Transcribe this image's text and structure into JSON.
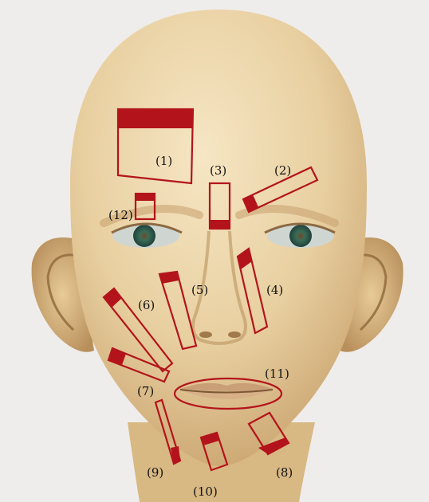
{
  "colors": {
    "region_outline": "#b3141b",
    "region_fill": "#b3141b",
    "skin_light": "#f1deb8",
    "skin_mid": "#e2c594",
    "skin_dark": "#b9935f",
    "background": "#eceae8",
    "iris": "#2f6b5c"
  },
  "regions": [
    {
      "id": 1,
      "label": "(1)"
    },
    {
      "id": 2,
      "label": "(2)"
    },
    {
      "id": 3,
      "label": "(3)"
    },
    {
      "id": 4,
      "label": "(4)"
    },
    {
      "id": 5,
      "label": "(5)"
    },
    {
      "id": 6,
      "label": "(6)"
    },
    {
      "id": 7,
      "label": "(7)"
    },
    {
      "id": 8,
      "label": "(8)"
    },
    {
      "id": 9,
      "label": "(9)"
    },
    {
      "id": 10,
      "label": "(10)"
    },
    {
      "id": 11,
      "label": "(11)"
    },
    {
      "id": 12,
      "label": "(12)"
    }
  ]
}
